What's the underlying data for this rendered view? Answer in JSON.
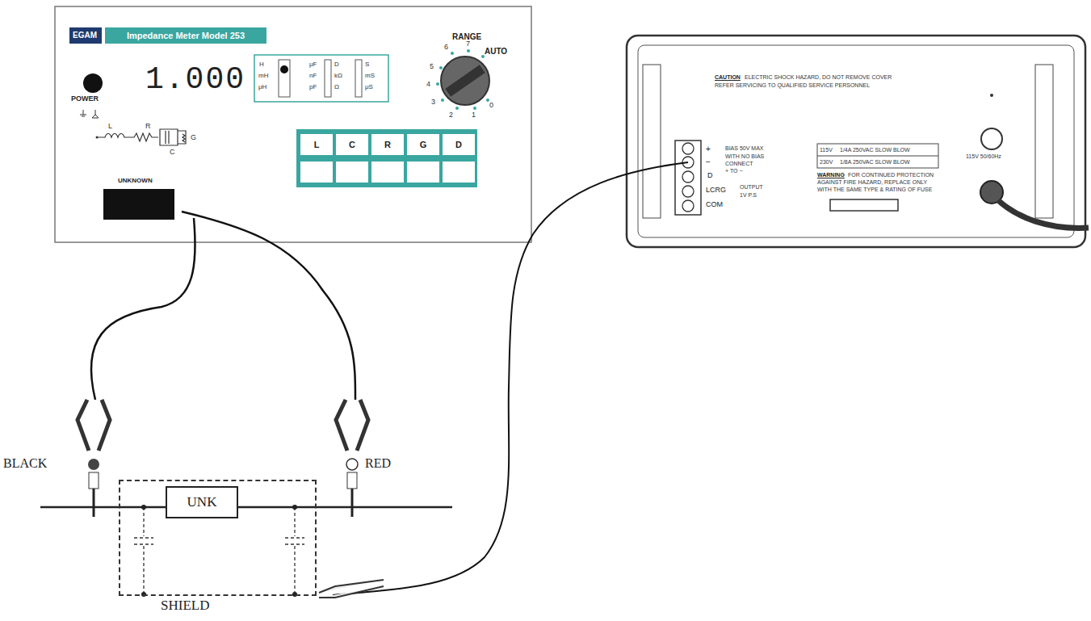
{
  "diagram": {
    "nodes": [
      {
        "text": [
          "Impedance Meter Model 253"
        ]
      },
      {
        "text": [
          "1.000"
        ]
      },
      {
        "text": [
          "L"
        ]
      },
      {
        "text": [
          "C"
        ]
      },
      {
        "text": [
          "R"
        ]
      },
      {
        "text": [
          "G"
        ]
      },
      {
        "text": [
          "D"
        ]
      },
      {
        "text": [
          "SHIELD"
        ]
      },
      {
        "text": [
          "UNK"
        ],
        "in": 7
      }
    ],
    "labels": [
      "EGAM",
      "POWER",
      "H",
      "mH",
      "μH",
      "μF",
      "nF",
      "pF",
      "D",
      "kΩ",
      "Ω",
      "S",
      "mS",
      "μS",
      "RANGE",
      "6",
      "7",
      "AUTO",
      "5",
      "4",
      "3",
      "2",
      "1",
      "0",
      "L",
      "R",
      "C",
      "G",
      "UNKNOWN",
      "CAUTION",
      "ELECTRIC SHOCK HAZARD, DO NOT REMOVE COVER",
      "REFER SERVICING TO QUALIFIED SERVICE PERSONNEL",
      "+",
      "−",
      "BIAS 50V MAX",
      "WITH NO BIAS",
      "CONNECT",
      "+ TO −",
      "D",
      "LCRG",
      "COM",
      "OUTPUT",
      "1V P.S",
      "115V",
      "1/4A 250VAC SLOW BLOW",
      "230V",
      "1/8A 250VAC SLOW BLOW",
      "WARNING",
      "FOR CONTINUED PROTECTION",
      "AGAINST FIRE HAZARD, REPLACE ONLY",
      "WITH THE SAME TYPE & RATING OF FUSE",
      "115V 50/60Hz",
      "BLACK",
      "RED"
    ]
  }
}
